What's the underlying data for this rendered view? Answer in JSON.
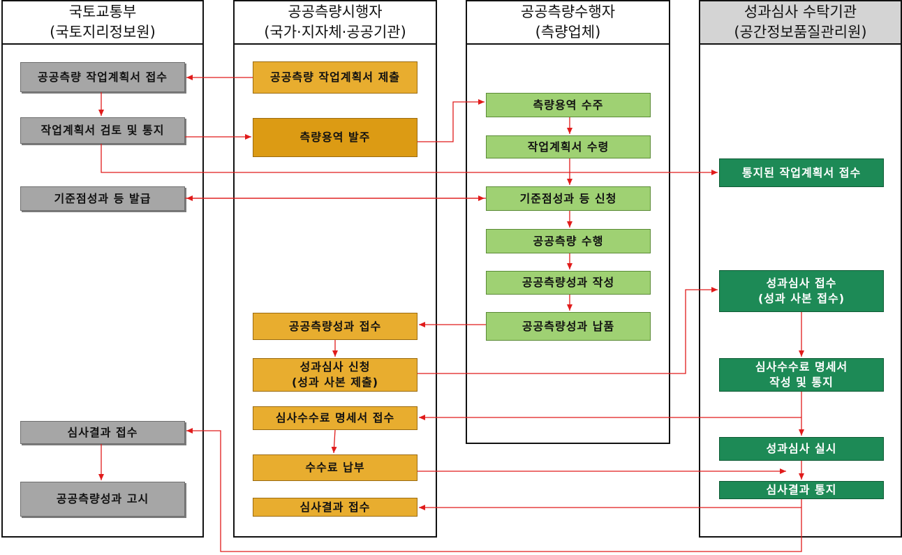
{
  "lanes": {
    "molit": {
      "line1": "국토교통부",
      "line2": "(국토지리정보원)"
    },
    "orderer": {
      "line1": "공공측량시행자",
      "line2": "(국가·지자체·공공기관)"
    },
    "surveyor": {
      "line1": "공공측량수행자",
      "line2": "(측량업체)"
    },
    "reviewer": {
      "line1": "성과심사 수탁기관",
      "line2": "(공간정보품질관리원)"
    }
  },
  "molit_boxes": {
    "receive_plan": "공공측량 작업계획서 접수",
    "review_notify": "작업계획서 검토 및 통지",
    "issue_control": "기준점성과 등 발급",
    "receive_result": "심사결과 접수",
    "announce": "공공측량성과 고시"
  },
  "orderer_boxes": {
    "submit_plan": "공공측량 작업계획서 제출",
    "order_service": "측량용역 발주",
    "receive_output": "공공측량성과 접수",
    "apply_review_l1": "성과심사 신청",
    "apply_review_l2": "(성과 사본 제출)",
    "receive_fee_statement": "심사수수료 명세서 접수",
    "pay_fee": "수수료 납부",
    "receive_review_result": "심사결과 접수"
  },
  "surveyor_boxes": {
    "win_contract": "측량용역 수주",
    "receive_plan": "작업계획서 수령",
    "request_control": "기준점성과 등 신청",
    "perform_survey": "공공측량 수행",
    "prepare_output": "공공측량성과 작성",
    "deliver_output": "공공측량성과 납품"
  },
  "reviewer_boxes": {
    "receive_notified_plan": "통지된 작업계획서 접수",
    "receive_review_l1": "성과심사 접수",
    "receive_review_l2": "(성과 사본 접수)",
    "fee_statement_l1": "심사수수료 명세서",
    "fee_statement_l2": "작성 및 통지",
    "conduct_review": "성과심사 실시",
    "notify_result": "심사결과 통지"
  },
  "colors": {
    "lane_border": "#111111",
    "reviewer_header": "#d4d4d4",
    "molit_box": "#a6a6a6",
    "orderer_box": "#e8ad2f",
    "surveyor_box": "#9fd173",
    "reviewer_box": "#1d8a56",
    "arrow": "#e01b1b",
    "footnote_text": "#1a1aa0"
  }
}
